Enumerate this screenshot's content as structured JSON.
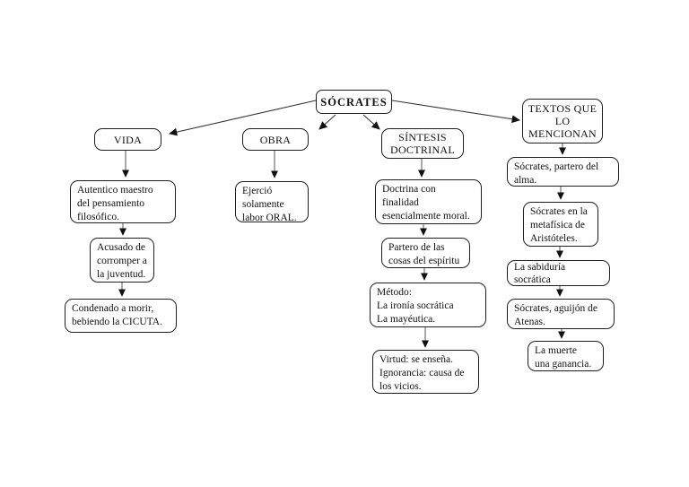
{
  "diagram": {
    "title_hint": "Mapa conceptual de Sócrates",
    "colors": {
      "background": "#ffffff",
      "box_fill": "#ffffff",
      "box_border": "#1f1f1f",
      "line": "#4a4a4a",
      "arrowhead": "#111111",
      "text": "#111111"
    },
    "root": {
      "label": "SÓCRATES"
    },
    "branches": [
      {
        "id": "vida",
        "title": "VIDA",
        "items": [
          "Autentico maestro\ndel pensamiento\nfilosófico.",
          "Acusado de\ncorromper a\nla juventud.",
          "Condenado a morir,\nbebiendo la CICUTA."
        ]
      },
      {
        "id": "obra",
        "title": "OBRA",
        "items": [
          "Ejerció\nsolamente\nlabor ORAL."
        ]
      },
      {
        "id": "sintesis-doctrinal",
        "title": "SÍNTESIS\nDOCTRINAL",
        "items": [
          "Doctrina con\nfinalidad\nesencialmente moral.",
          "Partero de las\ncosas del espíritu",
          "Método:\nLa ironía socrática\nLa mayéutica.",
          "Virtud: se enseña.\nIgnorancia: causa de\nlos vicios."
        ]
      },
      {
        "id": "textos-que-lo-mencionan",
        "title": "TEXTOS QUE\nLO\nMENCIONAN",
        "items": [
          "Sócrates, partero del\nalma.",
          "Sócrates en la\nmetafísica de\nAristóteles.",
          "La sabiduría\nsocrática",
          "Sócrates, aguijón de\nAtenas.",
          "La muerte\nuna ganancia."
        ]
      }
    ]
  }
}
